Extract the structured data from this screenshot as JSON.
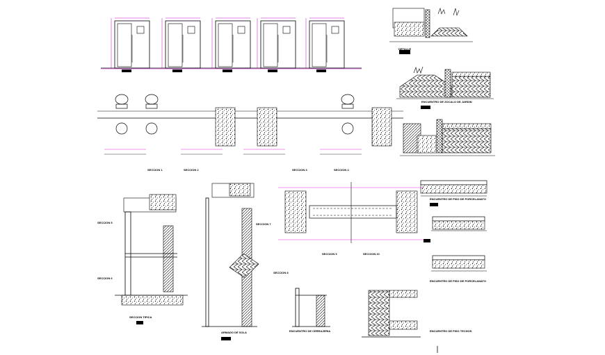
{
  "drawing": {
    "section_labels": [
      "SECCION 1",
      "SECCION 2",
      "SECCION 3",
      "SECCION 4",
      "SECCION 5",
      "SECCION 6",
      "SECCION 7",
      "SECCION 8",
      "SECCION 9",
      "SECCION 10"
    ],
    "detail_titles": [
      "ENCUENTRO DE ZOCALO DE JARDIN",
      "ENCUENTRO DE PISO DE PORCELANATO",
      "ENCUENTRO DE PISO DE PORCELANATO",
      "ENCUENTRO DE PISO TECHOS",
      "ENCUENTRO DE CERRAJERIA",
      "SECCION TIPICA",
      "ARMADO DE SOLA"
    ],
    "detail_tag": "DETALLE",
    "colors": {
      "lines": "#000000",
      "dimension": "#d400d4",
      "hatch": "#000000",
      "background": "#ffffff"
    }
  }
}
